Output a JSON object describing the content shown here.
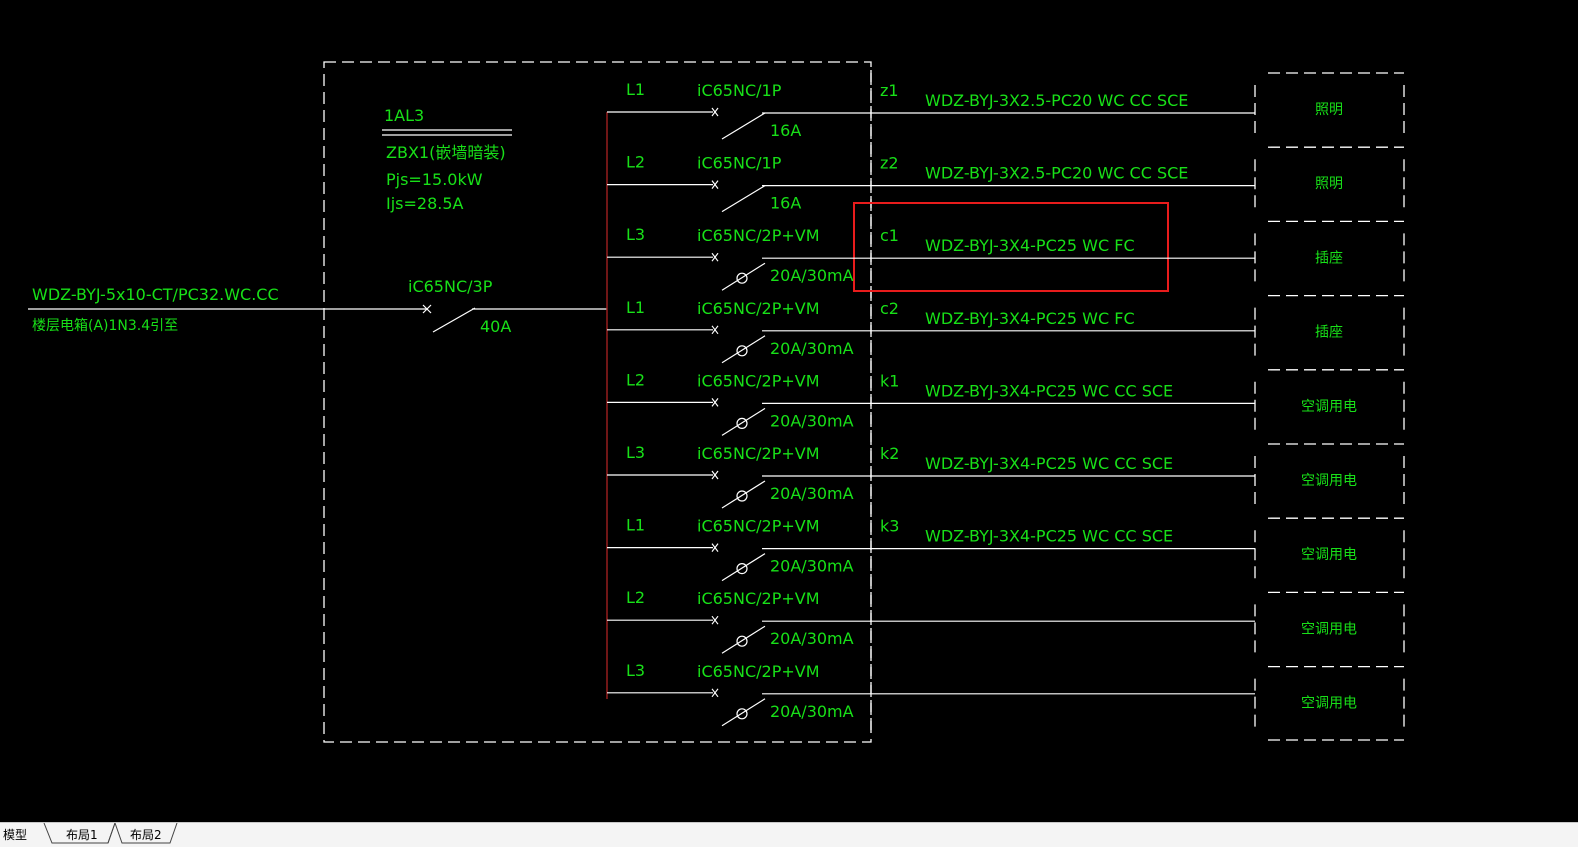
{
  "panel": {
    "name": "1AL3",
    "model": "ZBX1(嵌墙暗装)",
    "pjs": "Pjs=15.0kW",
    "ijs": "Ijs=28.5A"
  },
  "incoming": {
    "cable": "WDZ-BYJ-5x10-CT/PC32.WC.CC",
    "source": "楼层电箱(A)1N3.4引至",
    "breaker": "iC65NC/3P",
    "rating": "40A"
  },
  "circuits": [
    {
      "phase": "L1",
      "breaker": "iC65NC/1P",
      "rating": "16A",
      "id": "z1",
      "cable": "WDZ-BYJ-3X2.5-PC20 WC CC SCE",
      "load": "照明",
      "rcd": false
    },
    {
      "phase": "L2",
      "breaker": "iC65NC/1P",
      "rating": "16A",
      "id": "z2",
      "cable": "WDZ-BYJ-3X2.5-PC20 WC CC SCE",
      "load": "照明",
      "rcd": false
    },
    {
      "phase": "L3",
      "breaker": "iC65NC/2P+VM",
      "rating": "20A/30mA",
      "id": "c1",
      "cable": "WDZ-BYJ-3X4-PC25 WC FC",
      "load": "插座",
      "rcd": true
    },
    {
      "phase": "L1",
      "breaker": "iC65NC/2P+VM",
      "rating": "20A/30mA",
      "id": "c2",
      "cable": "WDZ-BYJ-3X4-PC25 WC FC",
      "load": "插座",
      "rcd": true
    },
    {
      "phase": "L2",
      "breaker": "iC65NC/2P+VM",
      "rating": "20A/30mA",
      "id": "k1",
      "cable": "WDZ-BYJ-3X4-PC25 WC CC SCE",
      "load": "空调用电",
      "rcd": true
    },
    {
      "phase": "L3",
      "breaker": "iC65NC/2P+VM",
      "rating": "20A/30mA",
      "id": "k2",
      "cable": "WDZ-BYJ-3X4-PC25 WC CC SCE",
      "load": "空调用电",
      "rcd": true
    },
    {
      "phase": "L1",
      "breaker": "iC65NC/2P+VM",
      "rating": "20A/30mA",
      "id": "k3",
      "cable": "WDZ-BYJ-3X4-PC25 WC CC SCE",
      "load": "空调用电",
      "rcd": true
    },
    {
      "phase": "L2",
      "breaker": "iC65NC/2P+VM",
      "rating": "20A/30mA",
      "id": "",
      "cable": "",
      "load": "空调用电",
      "rcd": true
    },
    {
      "phase": "L3",
      "breaker": "iC65NC/2P+VM",
      "rating": "20A/30mA",
      "id": "",
      "cable": "",
      "load": "空调用电",
      "rcd": true
    }
  ],
  "tabs": [
    "模型",
    "布局1",
    "布局2"
  ],
  "colors": {
    "text": "#18e018",
    "line": "#ffffff",
    "highlight": "#e81c1c",
    "busbar": "#a02020",
    "background": "#000000"
  }
}
